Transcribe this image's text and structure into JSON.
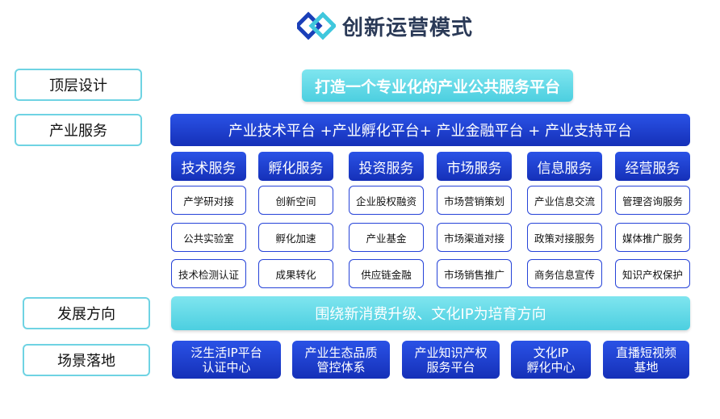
{
  "title": "创新运营模式",
  "logo_icon": "diamond-logo-icon",
  "left_labels": {
    "top": "顶层设计",
    "industry": "产业服务",
    "direction": "发展方向",
    "scenario": "场景落地"
  },
  "top_banner": "打造一个专业化的产业公共服务平台",
  "platform_bar": "产业技术平台 +产业孵化平台+ 产业金融平台 + 产业支持平台",
  "services": [
    {
      "header": "技术服务",
      "items": [
        "产学研对接",
        "公共实验室",
        "技术检测认证"
      ]
    },
    {
      "header": "孵化服务",
      "items": [
        "创新空间",
        "孵化加速",
        "成果转化"
      ]
    },
    {
      "header": "投资服务",
      "items": [
        "企业股权融资",
        "产业基金",
        "供应链金融"
      ]
    },
    {
      "header": "市场服务",
      "items": [
        "市场营销策划",
        "市场渠道对接",
        "市场销售推广"
      ]
    },
    {
      "header": "信息服务",
      "items": [
        "产业信息交流",
        "政策对接服务",
        "商务信息宣传"
      ]
    },
    {
      "header": "经营服务",
      "items": [
        "管理咨询服务",
        "媒体推广服务",
        "知识产权保护"
      ]
    }
  ],
  "dev_bar": "围绕新消费升级、文化IP为培育方向",
  "scenarios": [
    {
      "line1": "泛生活IP平台",
      "line2": "认证中心"
    },
    {
      "line1": "产业生态品质",
      "line2": "管控体系"
    },
    {
      "line1": "产业知识产权",
      "line2": "服务平台"
    },
    {
      "line1": "文化IP",
      "line2": "孵化中心"
    },
    {
      "line1": "直播短视频",
      "line2": "基地"
    }
  ],
  "colors": {
    "primary_blue": "#1f3fd1",
    "cyan": "#55d4e3",
    "label_border": "#6fd3e3"
  }
}
